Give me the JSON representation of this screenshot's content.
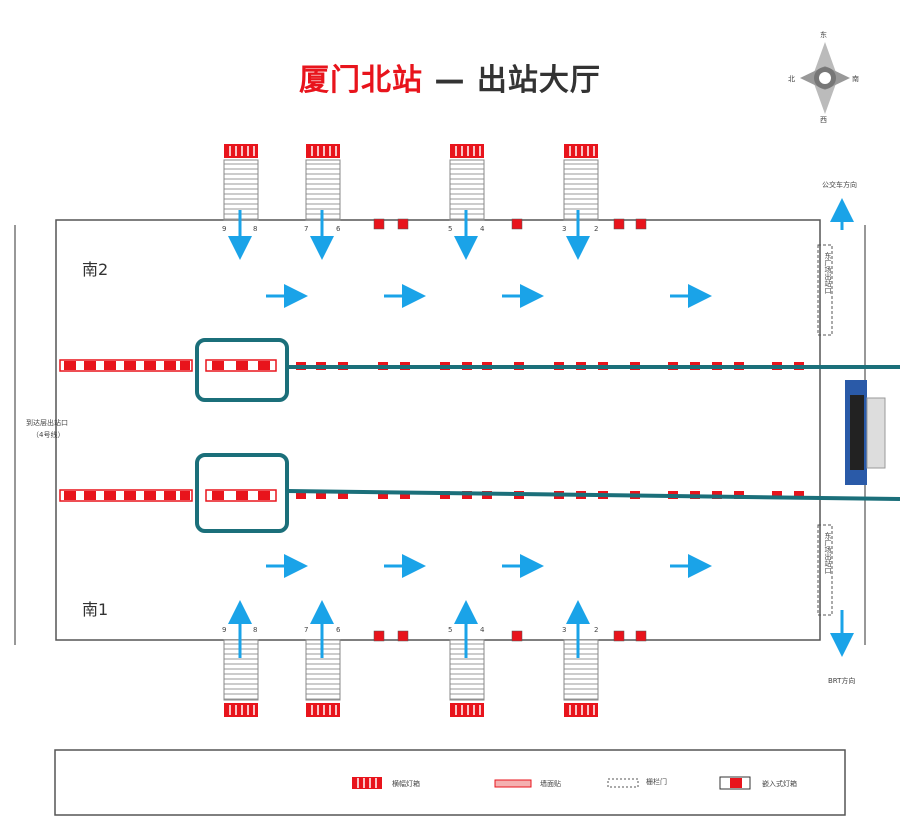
{
  "title": {
    "part1": "厦门北站",
    "part2": " — 出站大厅"
  },
  "compass": {
    "n": "东",
    "s": "西",
    "w": "北",
    "e": "南"
  },
  "areas": {
    "top": "南2",
    "bottom": "南1"
  },
  "left_exit": {
    "line1": "到达层出站口",
    "line2": "（4号线）"
  },
  "right_exits": {
    "top_dir": "公交车方向",
    "bottom_dir": "BRT方向",
    "top_exit": "东广场出站口",
    "bottom_exit": "东广场出站口"
  },
  "platform_numbers_top": [
    "9",
    "8",
    "7",
    "6",
    "5",
    "4",
    "3",
    "2"
  ],
  "platform_numbers_bottom": [
    "9",
    "8",
    "7",
    "6",
    "5",
    "4",
    "3",
    "2"
  ],
  "legend": {
    "item1": "横幅灯箱",
    "item2": "墙面贴",
    "item3": "栅栏门",
    "item4": "嵌入式灯箱"
  },
  "colors": {
    "red": "#e8141c",
    "arrow": "#1aa3e8",
    "teal": "#1b6f7a",
    "border": "#555555"
  }
}
